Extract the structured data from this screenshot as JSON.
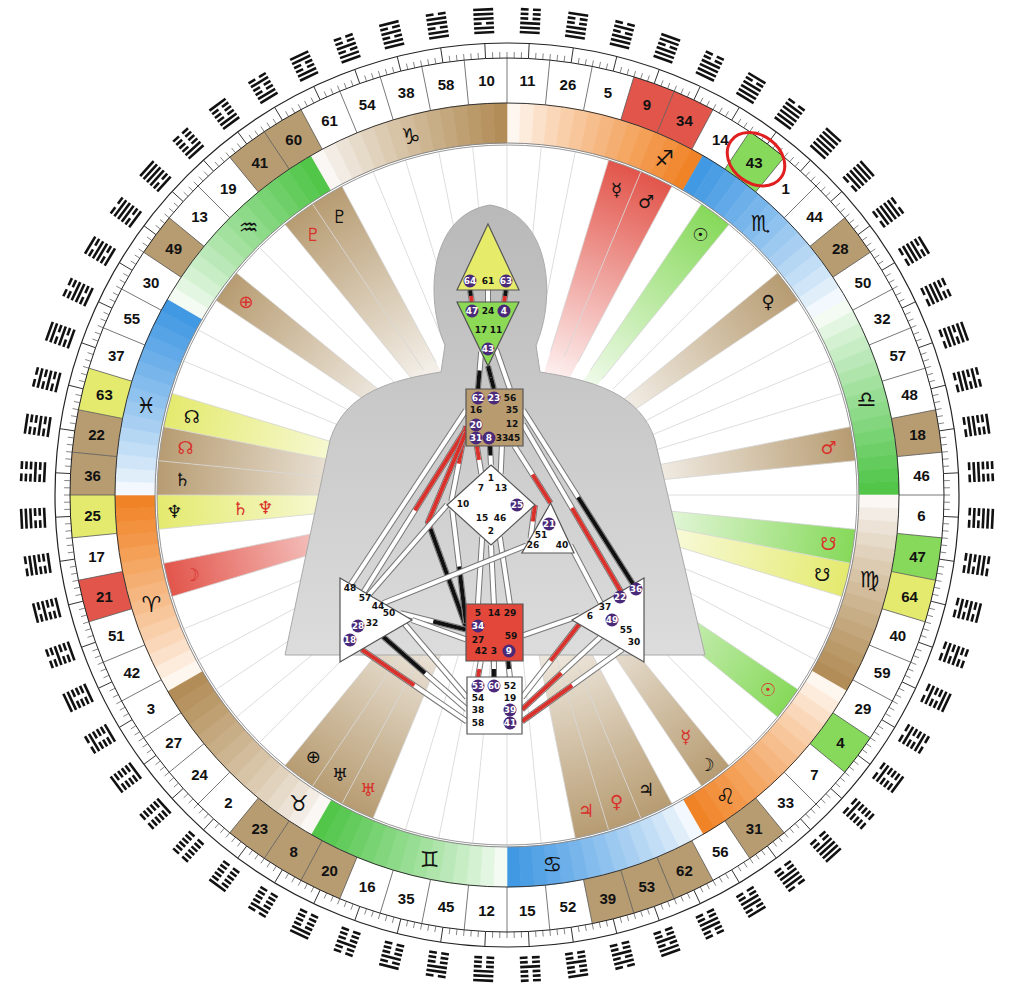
{
  "diagram": {
    "nodes": [
      {
        "text": [
          "64",
          "61",
          "63"
        ]
      },
      {
        "text": [
          "47",
          "24",
          "4",
          "17",
          "11",
          "43"
        ]
      },
      {
        "text": [
          "62",
          "23",
          "56",
          "16",
          "35",
          "12",
          "20",
          "31",
          "8",
          "33",
          "45"
        ]
      },
      {
        "text": [
          "1",
          "7",
          "13",
          "10",
          "25",
          "15",
          "46",
          "2"
        ]
      },
      {
        "text": [
          "21",
          "51",
          "26",
          "40"
        ]
      },
      {
        "text": [
          "48",
          "57",
          "44",
          "50",
          "32",
          "28",
          "18"
        ]
      },
      {
        "text": [
          "5",
          "14",
          "29",
          "34",
          "59",
          "27",
          "42",
          "3",
          "9"
        ]
      },
      {
        "text": [
          "36",
          "22",
          "37",
          "6",
          "49",
          "55",
          "30"
        ]
      },
      {
        "text": [
          "53",
          "60",
          "52",
          "54",
          "19",
          "38",
          "39",
          "58",
          "41"
        ]
      }
    ],
    "edges": [
      {
        "from": 0,
        "to": 1,
        "arrow": "none"
      },
      {
        "from": 0,
        "to": 1,
        "arrow": "none"
      },
      {
        "from": 0,
        "to": 1,
        "arrow": "none"
      },
      {
        "from": 1,
        "to": 2,
        "arrow": "none"
      },
      {
        "from": 1,
        "to": 2,
        "arrow": "none"
      },
      {
        "from": 1,
        "to": 2,
        "arrow": "none"
      },
      {
        "from": 2,
        "to": 3,
        "arrow": "none"
      },
      {
        "from": 2,
        "to": 3,
        "arrow": "none"
      },
      {
        "from": 2,
        "to": 3,
        "arrow": "none"
      },
      {
        "from": 2,
        "to": 3,
        "arrow": "none"
      },
      {
        "from": 2,
        "to": 4,
        "arrow": "none"
      },
      {
        "from": 2,
        "to": 5,
        "arrow": "none"
      },
      {
        "from": 2,
        "to": 5,
        "arrow": "none"
      },
      {
        "from": 2,
        "to": 7,
        "arrow": "none"
      },
      {
        "from": 2,
        "to": 7,
        "arrow": "none"
      },
      {
        "from": 2,
        "to": 6,
        "arrow": "none"
      },
      {
        "from": 3,
        "to": 4,
        "arrow": "none"
      },
      {
        "from": 3,
        "to": 6,
        "arrow": "none"
      },
      {
        "from": 3,
        "to": 6,
        "arrow": "none"
      },
      {
        "from": 3,
        "to": 6,
        "arrow": "none"
      },
      {
        "from": 3,
        "to": 6,
        "arrow": "none"
      },
      {
        "from": 3,
        "to": 5,
        "arrow": "none"
      },
      {
        "from": 4,
        "to": 5,
        "arrow": "none"
      },
      {
        "from": 4,
        "to": 7,
        "arrow": "none"
      },
      {
        "from": 6,
        "to": 5,
        "arrow": "none"
      },
      {
        "from": 6,
        "to": 5,
        "arrow": "none"
      },
      {
        "from": 6,
        "to": 7,
        "arrow": "none"
      },
      {
        "from": 6,
        "to": 8,
        "arrow": "none"
      },
      {
        "from": 6,
        "to": 8,
        "arrow": "none"
      },
      {
        "from": 6,
        "to": 8,
        "arrow": "none"
      },
      {
        "from": 5,
        "to": 8,
        "arrow": "none"
      },
      {
        "from": 5,
        "to": 8,
        "arrow": "none"
      },
      {
        "from": 5,
        "to": 8,
        "arrow": "none"
      },
      {
        "from": 7,
        "to": 8,
        "arrow": "none"
      },
      {
        "from": 7,
        "to": 8,
        "arrow": "none"
      },
      {
        "from": 7,
        "to": 8,
        "arrow": "none"
      }
    ],
    "labels": [
      "10",
      "11",
      "26",
      "5",
      "9",
      "34",
      "14",
      "43",
      "1",
      "44",
      "28",
      "50",
      "32",
      "57",
      "48",
      "18",
      "46",
      "6",
      "47",
      "64",
      "40",
      "59",
      "29",
      "4",
      "7",
      "33",
      "31",
      "56",
      "62",
      "53",
      "39",
      "52",
      "15",
      "12",
      "45",
      "35",
      "16",
      "20",
      "8",
      "23",
      "2",
      "24",
      "27",
      "3",
      "42",
      "51",
      "21",
      "17",
      "25",
      "36",
      "22",
      "63",
      "37",
      "55",
      "30",
      "49",
      "13",
      "19",
      "41",
      "60",
      "61",
      "54",
      "38",
      "58",
      "♑",
      "♐",
      "♏",
      "♎",
      "♍",
      "♌",
      "♋",
      "♊",
      "♉",
      "♈",
      "♓",
      "♒",
      "☿",
      "♂",
      "☉",
      "♀",
      "♂",
      "☋",
      "☋",
      "☉",
      "☿",
      "☽",
      "♃",
      "♀",
      "♃",
      "♅",
      "♅",
      "⊕",
      "☽",
      "♆",
      "♄",
      "♆",
      "♄",
      "☊",
      "☊",
      "⊕",
      "♇",
      "♇"
    ]
  }
}
